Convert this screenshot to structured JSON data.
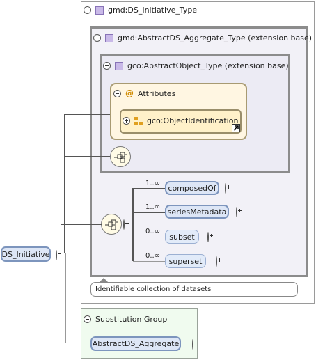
{
  "root": {
    "name": "DS_Initiative"
  },
  "types": {
    "outer": "gmd:DS_Initiative_Type",
    "aggregate": "gmd:AbstractDS_Aggregate_Type (extension base)",
    "object": "gco:AbstractObject_Type (extension base)"
  },
  "attributes": {
    "label": "Attributes",
    "symbol": "@",
    "group": "gco:ObjectIdentification"
  },
  "elements": [
    {
      "name": "composedOf",
      "cardinality": "1..∞"
    },
    {
      "name": "seriesMetadata",
      "cardinality": "1..∞"
    },
    {
      "name": "subset",
      "cardinality": "0..∞"
    },
    {
      "name": "superset",
      "cardinality": "0..∞"
    }
  ],
  "documentation": "Identifiable collection of datasets",
  "substitution": {
    "label": "Substitution Group",
    "member": "AbstractDS_Aggregate"
  },
  "colors": {
    "type_icon": "#c9b9e8",
    "element_fill": "#dde6f6",
    "attribute_fill": "#fff6e2",
    "substitution_fill": "#f0fbef"
  }
}
